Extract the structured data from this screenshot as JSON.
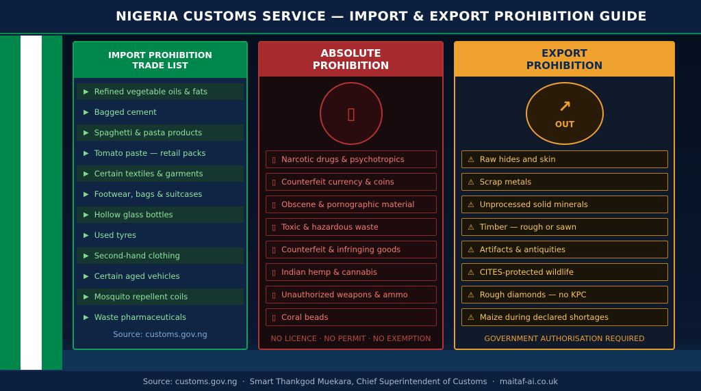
{
  "header": {
    "title": "NIGERIA CUSTOMS SERVICE — IMPORT & EXPORT PROHIBITION GUIDE"
  },
  "import_panel": {
    "title_line1": "IMPORT PROHIBITION",
    "title_line2": "TRADE LIST",
    "items": [
      "Refined vegetable oils & fats",
      "Bagged cement",
      "Spaghetti & pasta products",
      "Tomato paste — retail packs",
      "Certain textiles & garments",
      "Footwear, bags & suitcases",
      "Hollow glass bottles",
      "Used tyres",
      "Second-hand clothing",
      "Certain aged vehicles",
      "Mosquito repellent coils",
      "Waste pharmaceuticals"
    ],
    "source": "Source: customs.gov.ng"
  },
  "absolute_panel": {
    "title_line1": "ABSOLUTE",
    "title_line2": "PROHIBITION",
    "items": [
      "Narcotic drugs & psychotropics",
      "Counterfeit currency & coins",
      "Obscene & pornographic material",
      "Toxic & hazardous waste",
      "Counterfeit & infringing goods",
      "Indian hemp & cannabis",
      "Unauthorized weapons & ammo",
      "Coral beads"
    ],
    "footer": "NO LICENCE · NO PERMIT · NO EXEMPTION"
  },
  "export_panel": {
    "title_line1": "EXPORT",
    "title_line2": "PROHIBITION",
    "circle_arrow": "↗",
    "circle_label": "OUT",
    "items": [
      "Raw hides and skin",
      "Scrap metals",
      "Unprocessed solid minerals",
      "Timber — rough or sawn",
      "Artifacts & antiquities",
      "CITES-protected wildlife",
      "Rough diamonds — no KPC",
      "Maize during declared shortages"
    ],
    "footer": "GOVERNMENT AUTHORISATION REQUIRED"
  },
  "footer": {
    "text": "Source: customs.gov.ng  ·  Smart Thankgod Muekara, Chief Superintendent of Customs  ·  maitaf-ai.co.uk"
  },
  "icons": {
    "import_item": "triangle-right-icon",
    "absolute_item": "missing-glyph-icon",
    "export_item": "warning-icon"
  },
  "colors": {
    "nigeria_green": "#00874b",
    "absolute_red": "#a72b2e",
    "export_amber": "#f0a22e",
    "navy": "#0c1f3f"
  }
}
